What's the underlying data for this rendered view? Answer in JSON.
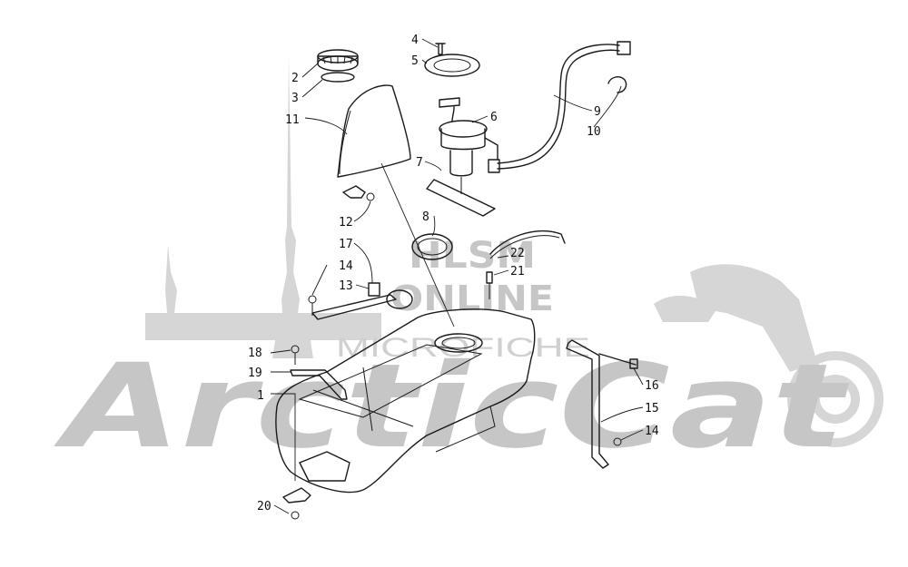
{
  "watermark": {
    "brand": "ArcticCat",
    "line1": "HLSM",
    "line2": "ONLINE",
    "line3": "MICROFICHE",
    "color": "#c6c6c6"
  },
  "callouts": {
    "c1": "1",
    "c2": "2",
    "c3": "3",
    "c4": "4",
    "c5": "5",
    "c6": "6",
    "c7": "7",
    "c8": "8",
    "c9": "9",
    "c10": "10",
    "c11": "11",
    "c12": "12",
    "c13": "13",
    "c14a": "14",
    "c14b": "14",
    "c15": "15",
    "c16": "16",
    "c17": "17",
    "c18": "18",
    "c19": "19",
    "c20": "20",
    "c21": "21",
    "c22": "22"
  }
}
